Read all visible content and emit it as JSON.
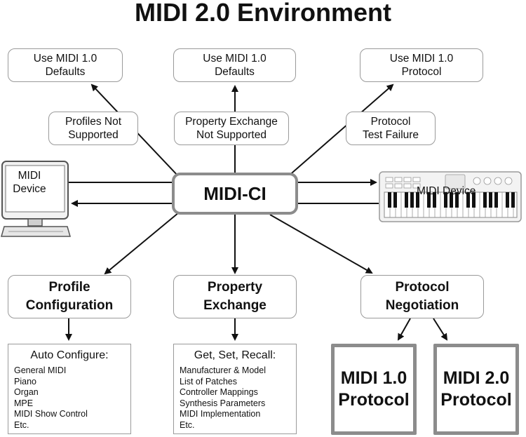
{
  "title": "MIDI 2.0 Environment",
  "center": "MIDI-CI",
  "top_boxes": [
    {
      "line1": "Use MIDI 1.0",
      "line2": "Defaults"
    },
    {
      "line1": "Use MIDI 1.0",
      "line2": "Defaults"
    },
    {
      "line1": "Use MIDI 1.0",
      "line2": "Protocol"
    }
  ],
  "condition_boxes": [
    {
      "line1": "Profiles Not",
      "line2": "Supported"
    },
    {
      "line1": "Property Exchange",
      "line2": "Not Supported"
    },
    {
      "line1": "Protocol",
      "line2": "Test Failure"
    }
  ],
  "computer": {
    "line1": "MIDI",
    "line2": "Device"
  },
  "keyboard": {
    "label": "MIDI Device"
  },
  "feature_boxes": [
    {
      "line1": "Profile",
      "line2": "Configuration"
    },
    {
      "line1": "Property",
      "line2": "Exchange"
    },
    {
      "line1": "Protocol",
      "line2": "Negotiation"
    }
  ],
  "profile_list": {
    "heading": "Auto Configure:",
    "items": [
      "General MIDI",
      "Piano",
      "Organ",
      "MPE",
      "MIDI Show Control",
      "Etc."
    ]
  },
  "property_list": {
    "heading": "Get, Set, Recall:",
    "items": [
      "Manufacturer & Model",
      "List of Patches",
      "Controller Mappings",
      "Synthesis Parameters",
      "MIDI Implementation",
      "Etc."
    ]
  },
  "protocols": [
    {
      "line1": "MIDI 1.0",
      "line2": "Protocol"
    },
    {
      "line1": "MIDI 2.0",
      "line2": "Protocol"
    }
  ]
}
